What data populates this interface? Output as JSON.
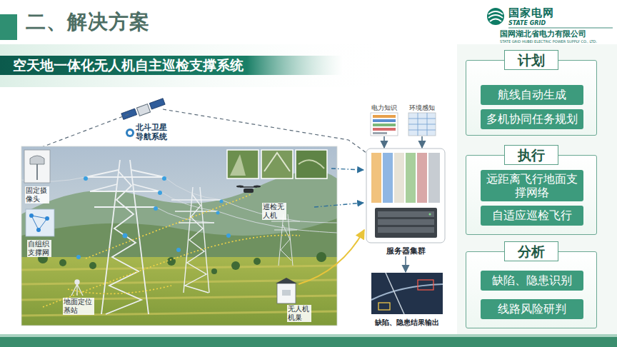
{
  "diagram": {
    "title": "二、解决方案",
    "nodes": [
      {
        "text": [
          "电力知识"
        ]
      },
      {
        "text": [
          "环境感知"
        ]
      },
      {
        "text": [
          "服务器集群"
        ]
      },
      {
        "text": [
          "缺陷、隐患结果输出"
        ]
      },
      {
        "text": [
          "计划"
        ]
      },
      {
        "text": [
          "航线自动生成"
        ],
        "in": 4
      },
      {
        "text": [
          "多机协同任务规划"
        ],
        "in": 4
      },
      {
        "text": [
          "执行"
        ]
      },
      {
        "text": [
          "远距离飞行地面支撑网络"
        ],
        "in": 7
      },
      {
        "text": [
          "自适应巡检飞行"
        ],
        "in": 7
      },
      {
        "text": [
          "分析"
        ]
      },
      {
        "text": [
          "缺陷、隐患识别"
        ],
        "in": 10
      },
      {
        "text": [
          "线路风险研判"
        ],
        "in": 10
      }
    ],
    "edges": [
      {
        "from": 0,
        "to": 2,
        "arrow": "to"
      },
      {
        "from": 1,
        "to": 2,
        "arrow": "to"
      },
      {
        "from": 2,
        "to": 3,
        "arrow": "to"
      }
    ],
    "labels": [
      "空天地一体化无人机自主巡检支撑系统",
      "国家电网",
      "STATE GRID",
      "国网湖北省电力有限公司",
      "STATE GRID HUBEI ELECTRIC POWER SUPPLY CO., LTD.",
      "北斗卫星导航系统",
      "固定摄像头",
      "自组织支撑网",
      "地面定位基站",
      "巡检无人机",
      "无人机机巢"
    ]
  }
}
